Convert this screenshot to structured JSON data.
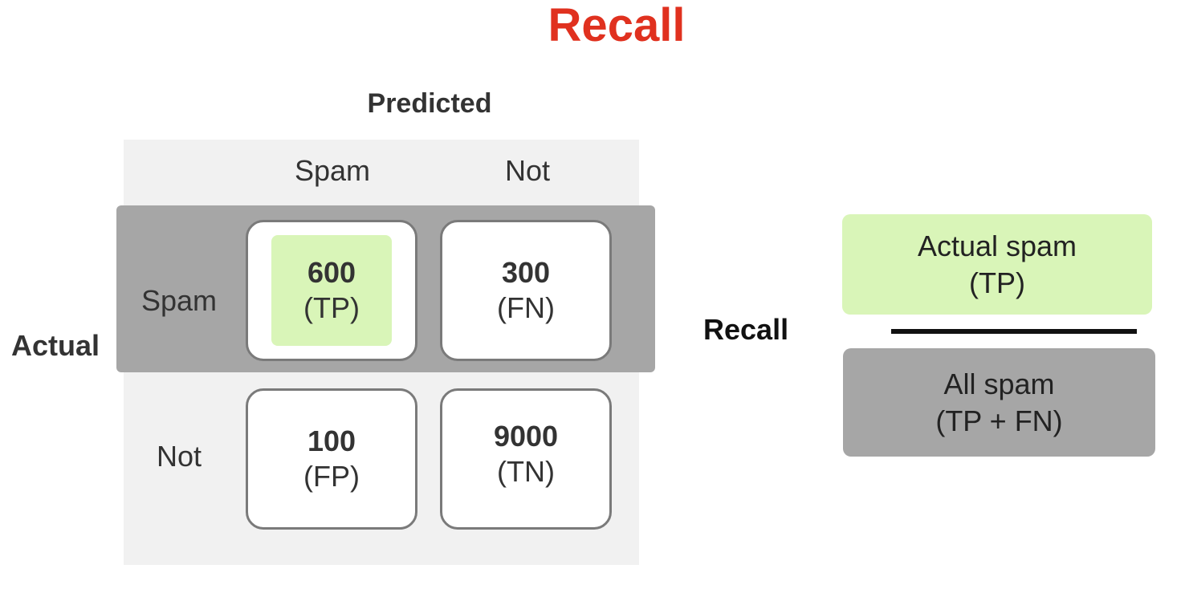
{
  "title": "Recall",
  "matrix": {
    "predicted_label": "Predicted",
    "actual_label": "Actual",
    "columns": [
      "Spam",
      "Not"
    ],
    "rows": [
      "Spam",
      "Not"
    ],
    "cells": [
      [
        {
          "value": "600",
          "tag": "(TP)"
        },
        {
          "value": "300",
          "tag": "(FN)"
        }
      ],
      [
        {
          "value": "100",
          "tag": "(FP)"
        },
        {
          "value": "9000",
          "tag": "(TN)"
        }
      ]
    ]
  },
  "formula": {
    "label": "Recall",
    "numerator": [
      "Actual spam",
      "(TP)"
    ],
    "denominator": [
      "All spam",
      "(TP + FN)"
    ]
  },
  "colors": {
    "title": "#e0311f",
    "highlight_green": "#d9f5b8",
    "band_gray": "#a6a6a6",
    "matrix_background": "#f1f1f1"
  }
}
